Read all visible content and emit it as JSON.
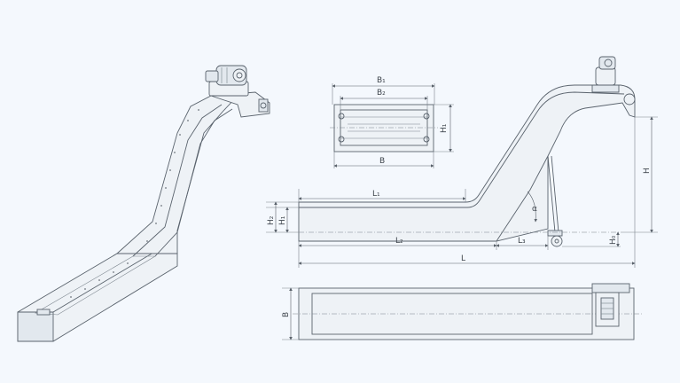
{
  "labels": {
    "b1": "B₁",
    "b2": "B₂",
    "b": "B",
    "h1_section": "H₁",
    "l1": "L₁",
    "l2": "L₂",
    "l3": "L₃",
    "l": "L",
    "h2": "H₂",
    "h1": "H₁",
    "h": "H",
    "h0": "H₀",
    "alpha": "α",
    "b_top": "B"
  },
  "colors": {
    "background": "#f4f8fd",
    "line": "#5a636d",
    "panel": "#eef2f6"
  }
}
